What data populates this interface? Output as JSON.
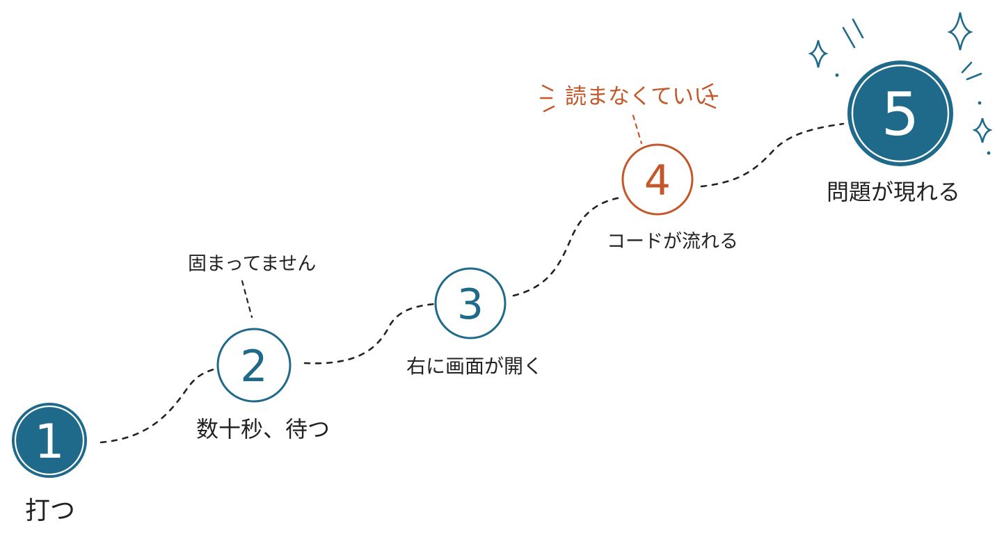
{
  "colors": {
    "teal": "#1f6a8a",
    "orange": "#c4572a",
    "ink": "#222222"
  },
  "steps": [
    {
      "number": "1",
      "label": "打つ",
      "style": "filled",
      "color": "#1f6a8a"
    },
    {
      "number": "2",
      "label": "数十秒、待つ",
      "style": "outline",
      "color": "#1f6a8a",
      "note": "固まってません"
    },
    {
      "number": "3",
      "label": "右に画面が開く",
      "style": "outline",
      "color": "#1f6a8a"
    },
    {
      "number": "4",
      "label": "コードが流れる",
      "style": "outline",
      "color": "#c4572a",
      "note": "読まなくていい"
    },
    {
      "number": "5",
      "label": "問題が現れる",
      "style": "filled",
      "color": "#1f6a8a",
      "decoration": "sparkle-icon"
    }
  ]
}
